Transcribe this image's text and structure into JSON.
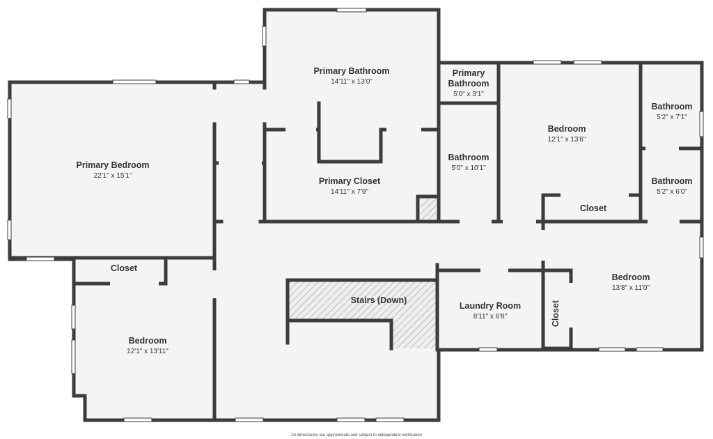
{
  "floor_plan": {
    "colors": {
      "wall": "#3c3c3c",
      "floor": "#f4f4f4",
      "background": "#ffffff",
      "window": "#ffffff",
      "hatch": "#8a8a8a"
    },
    "rooms": {
      "primary_bathroom": {
        "name": "Primary Bathroom",
        "dims": "14'11\" x 13'0\""
      },
      "primary_bathroom_small": {
        "name_line1": "Primary",
        "name_line2": "Bathroom",
        "dims": "5'0\" x 3'1\""
      },
      "bedroom_top": {
        "name": "Bedroom",
        "dims": "12'1\" x 13'6\""
      },
      "bathroom_top_right": {
        "name": "Bathroom",
        "dims": "5'2\" x 7'1\""
      },
      "primary_bedroom": {
        "name": "Primary Bedroom",
        "dims": "22'1\" x 15'1\""
      },
      "primary_closet": {
        "name": "Primary Closet",
        "dims": "14'11\" x 7'9\""
      },
      "bathroom_middle": {
        "name": "Bathroom",
        "dims": "5'0\" x 10'1\""
      },
      "bathroom_right": {
        "name": "Bathroom",
        "dims": "5'2\" x 6'0\""
      },
      "closet_upper_right": {
        "name": "Closet"
      },
      "closet_left": {
        "name": "Closet"
      },
      "stairs": {
        "name": "Stairs (Down)"
      },
      "laundry_room": {
        "name": "Laundry Room",
        "dims": "8'11\" x 6'8\""
      },
      "closet_vertical": {
        "name": "Closet"
      },
      "bedroom_right": {
        "name": "Bedroom",
        "dims": "13'8\" x 11'0\""
      },
      "bedroom_left": {
        "name": "Bedroom",
        "dims": "12'1\" x 13'11\""
      }
    },
    "disclaimer": "All dimensions are approximate and subject to independent verification"
  }
}
